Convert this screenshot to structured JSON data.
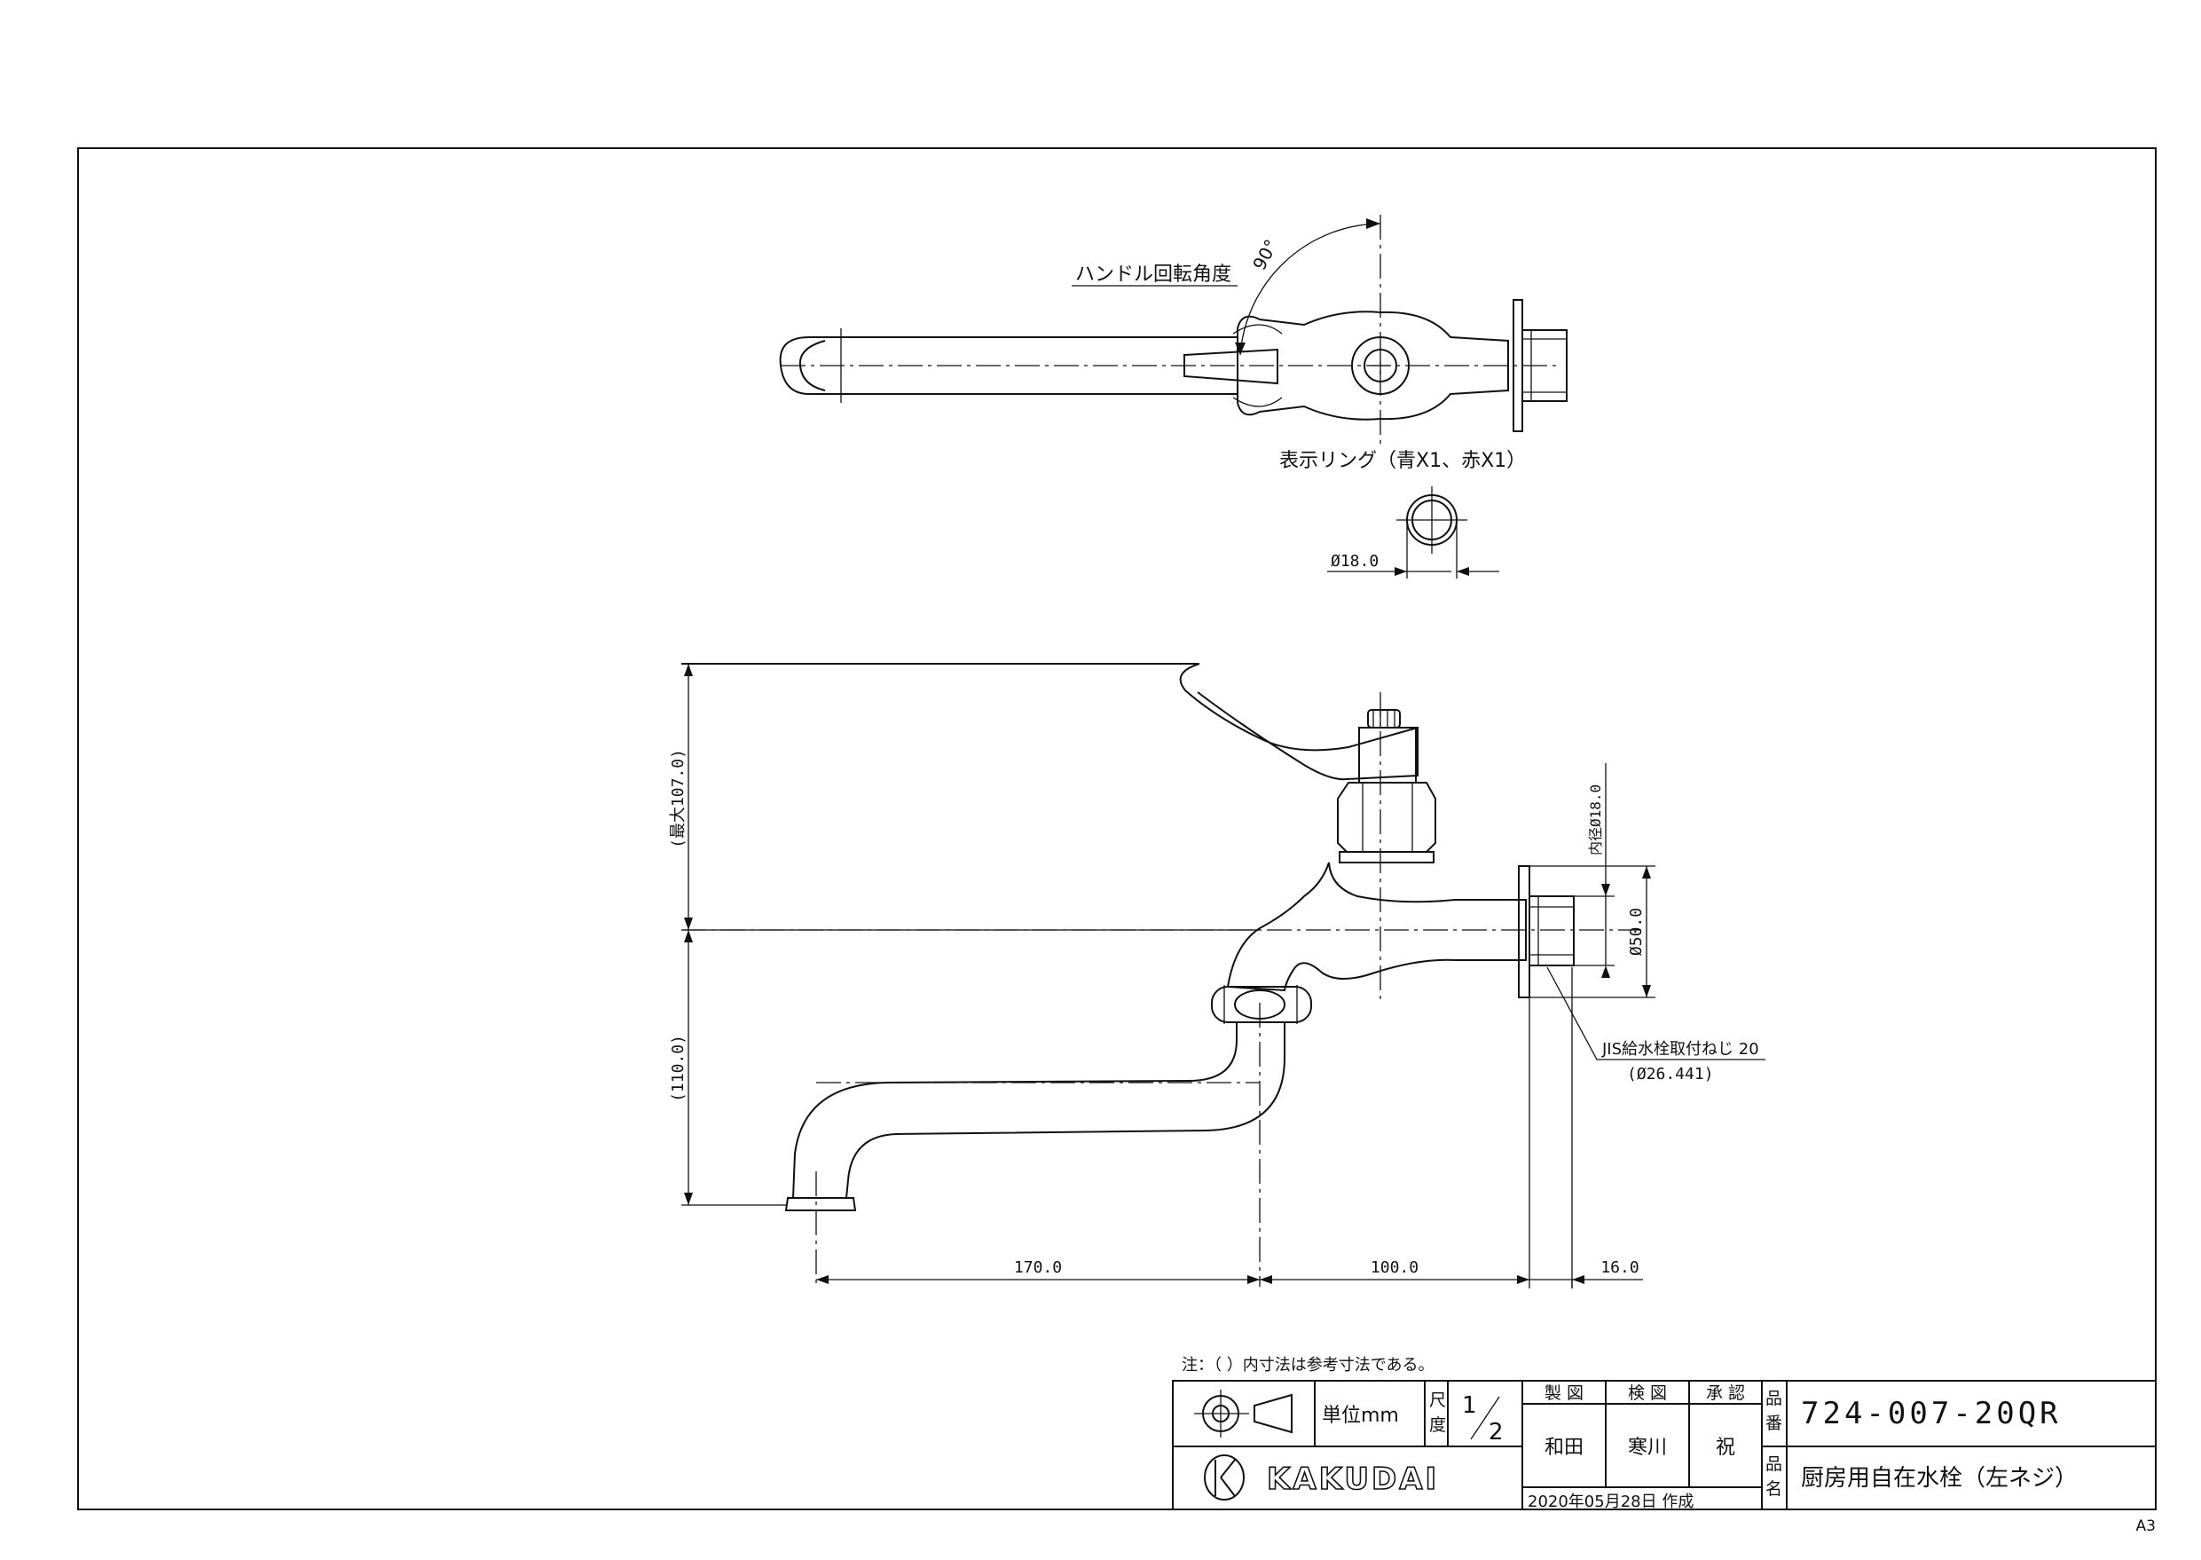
{
  "sheet_size": "A3",
  "top_view": {
    "handle_label": "ハンドル回転角度",
    "handle_angle": "90°",
    "ring_label": "表示リング（青X1、赤X1）",
    "ring_diameter": "Ø18.0"
  },
  "front_view": {
    "max_height": "(最大107.0)",
    "height": "(110.0)",
    "inner_diameter": "内径Ø18.0",
    "flange_diameter": "Ø50.0",
    "thread_label": "JIS給水栓取付ねじ 20",
    "thread_diameter": "(Ø26.441)",
    "dim_spout": "170.0",
    "dim_body": "100.0",
    "dim_flange": "16.0"
  },
  "note": "注：（ ）内寸法は参考寸法である。",
  "title_block": {
    "unit_label": "単位mm",
    "scale_label_1": "尺",
    "scale_label_2": "度",
    "scale_num": "1",
    "scale_den": "2",
    "drawn_label": "製 図",
    "checked_label": "検 図",
    "approved_label": "承 認",
    "drawn_by": "和田",
    "checked_by": "寒川",
    "approved_by": "祝",
    "date_line": "2020年05月28日 作成",
    "part_no_label_1": "品",
    "part_no_label_2": "番",
    "part_no": "724-007-20QR",
    "part_name_label_1": "品",
    "part_name_label_2": "名",
    "part_name": "厨房用自在水栓（左ネジ）",
    "logo_text": "KAKUDAI"
  }
}
